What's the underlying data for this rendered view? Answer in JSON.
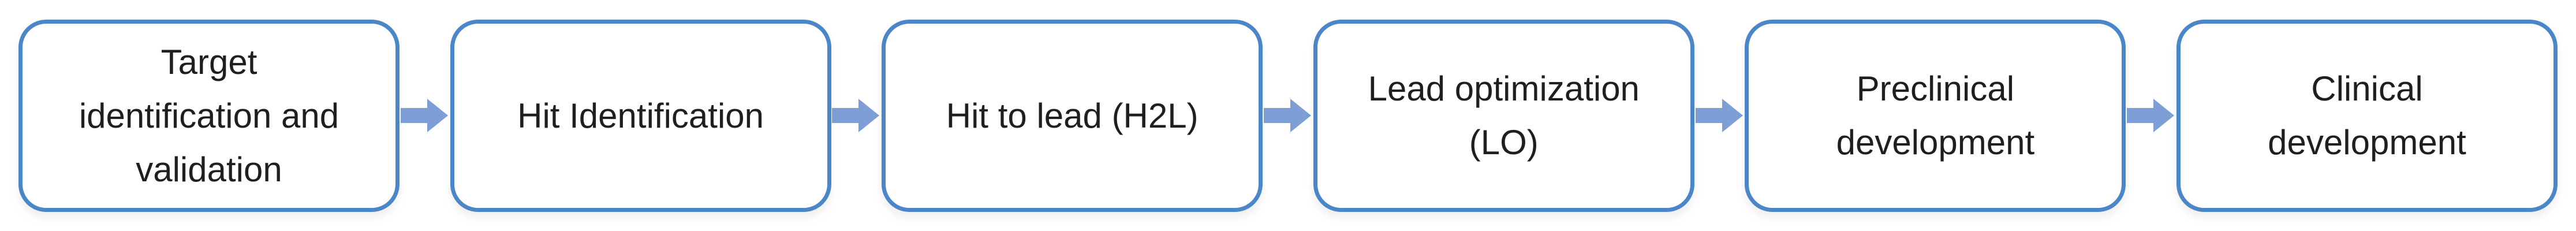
{
  "diagram": {
    "type": "flowchart",
    "direction": "left-to-right",
    "connector": "right-block-arrow",
    "stages": [
      {
        "label": "Target\nidentification and\nvalidation"
      },
      {
        "label": "Hit Identification"
      },
      {
        "label": "Hit to lead (H2L)"
      },
      {
        "label": "Lead optimization\n(LO)"
      },
      {
        "label": "Preclinical\ndevelopment"
      },
      {
        "label": "Clinical\ndevelopment"
      }
    ]
  },
  "colors": {
    "box_border": "#4a86c8",
    "arrow_fill": "#7d9fd6",
    "text": "#1f1f1f",
    "background": "#ffffff"
  }
}
